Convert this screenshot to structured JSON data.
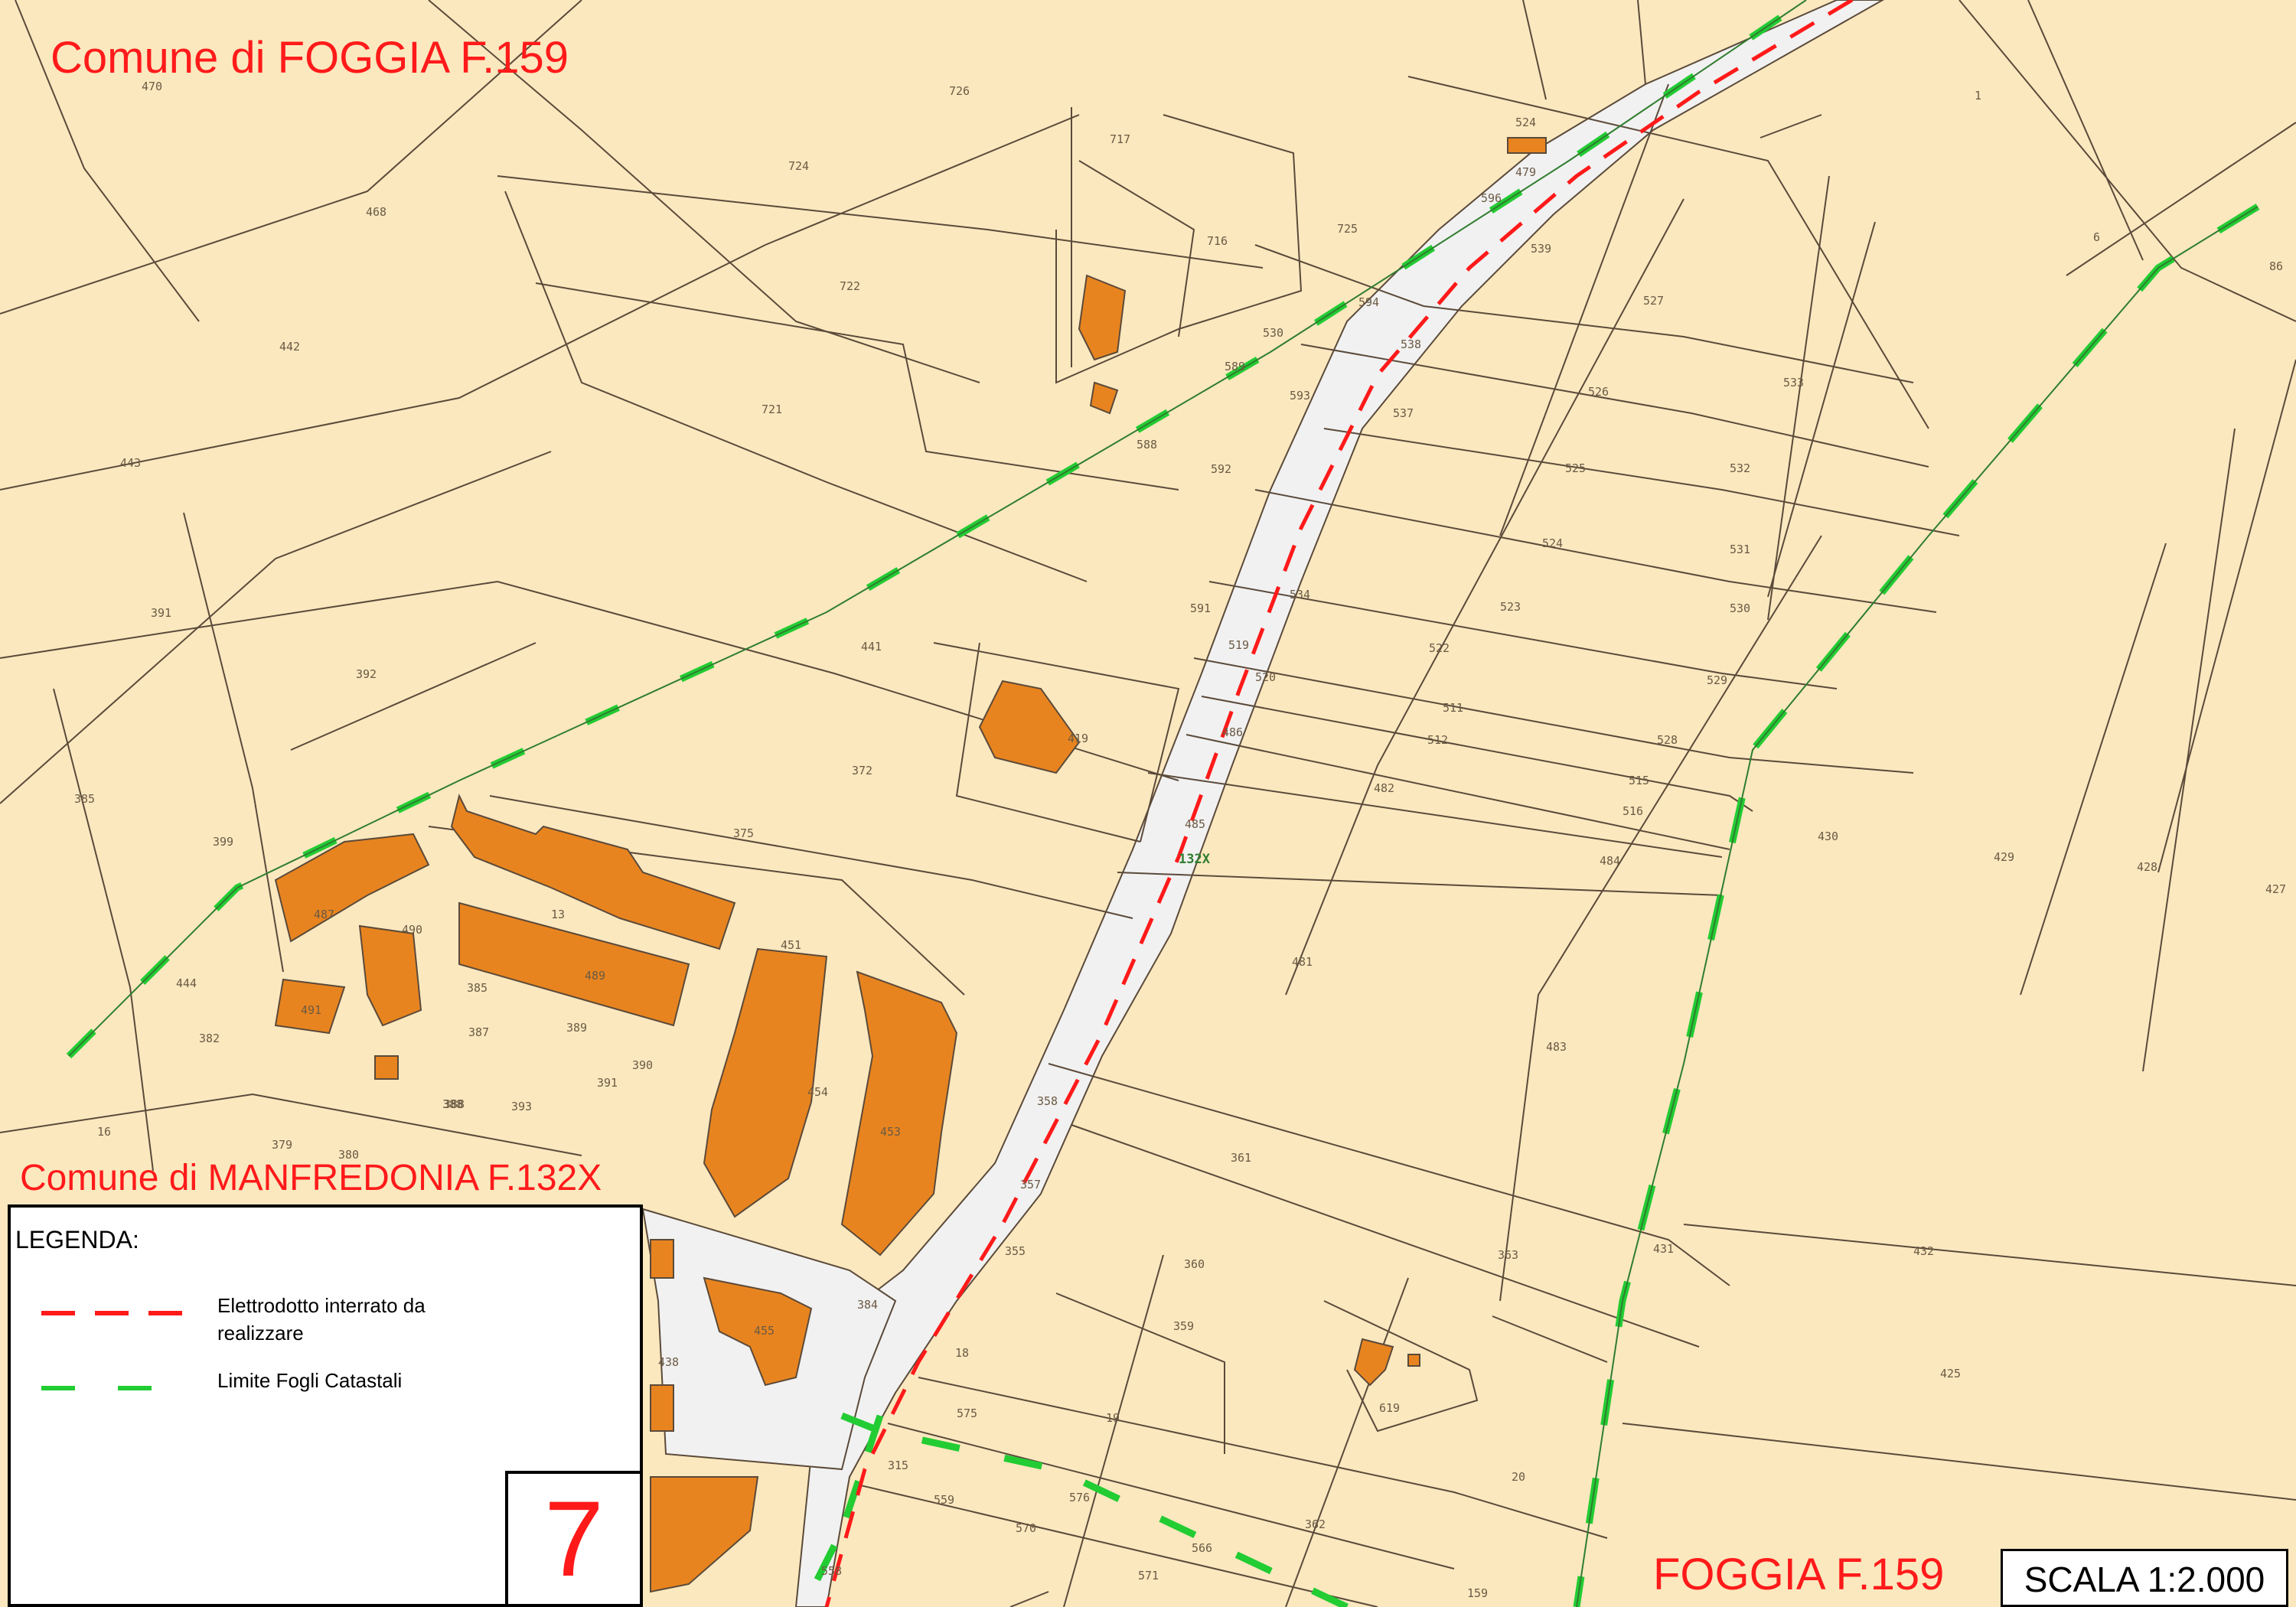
{
  "map": {
    "colors": {
      "land": "#fbe8bf",
      "building": "#e8841f",
      "road": "#f2f2f2",
      "parcel_line": "#5b4a3a",
      "cable": "#ff1a1a",
      "sheet_limit": "#22cc33",
      "title": "#ff1a1a"
    },
    "titles": {
      "top_left": "Comune di FOGGIA F.159",
      "mid_left": "Comune di MANFREDONIA F.132X",
      "bottom_right": "FOGGIA F.159"
    },
    "sheet_code": "132X",
    "parcel_labels": [
      "470",
      "726",
      "1",
      "717",
      "524",
      "724",
      "468",
      "716",
      "725",
      "539",
      "479",
      "596",
      "722",
      "594",
      "527",
      "6",
      "86",
      "442",
      "721",
      "530",
      "538",
      "526",
      "533",
      "589",
      "537",
      "588",
      "443",
      "593",
      "592",
      "525",
      "532",
      "531",
      "524",
      "391",
      "591",
      "534",
      "523",
      "530",
      "392",
      "519",
      "522",
      "441",
      "520",
      "529",
      "511",
      "419",
      "486",
      "512",
      "528",
      "385",
      "372",
      "482",
      "515",
      "399",
      "485",
      "516",
      "430",
      "429",
      "428",
      "375",
      "484",
      "13",
      "427",
      "487",
      "490",
      "489",
      "451",
      "481",
      "444",
      "491",
      "385",
      "388",
      "382",
      "387",
      "389",
      "391",
      "390",
      "454",
      "483",
      "453",
      "16",
      "388",
      "393",
      "358",
      "379",
      "380",
      "361",
      "357",
      "355",
      "360",
      "363",
      "431",
      "432",
      "384",
      "359",
      "455",
      "18",
      "425",
      "438",
      "19",
      "619",
      "575",
      "576",
      "315",
      "20",
      "362",
      "559",
      "570",
      "566",
      "571",
      "558",
      "159"
    ],
    "legend": {
      "title": "LEGENDA:",
      "items": [
        {
          "label": "Elettrodotto interrato da realizzare",
          "style": "red-dashed"
        },
        {
          "label": "Limite Fogli Catastali",
          "style": "green-dashed"
        }
      ]
    },
    "sheet_number": "7",
    "scale": "SCALA 1:2.000"
  }
}
